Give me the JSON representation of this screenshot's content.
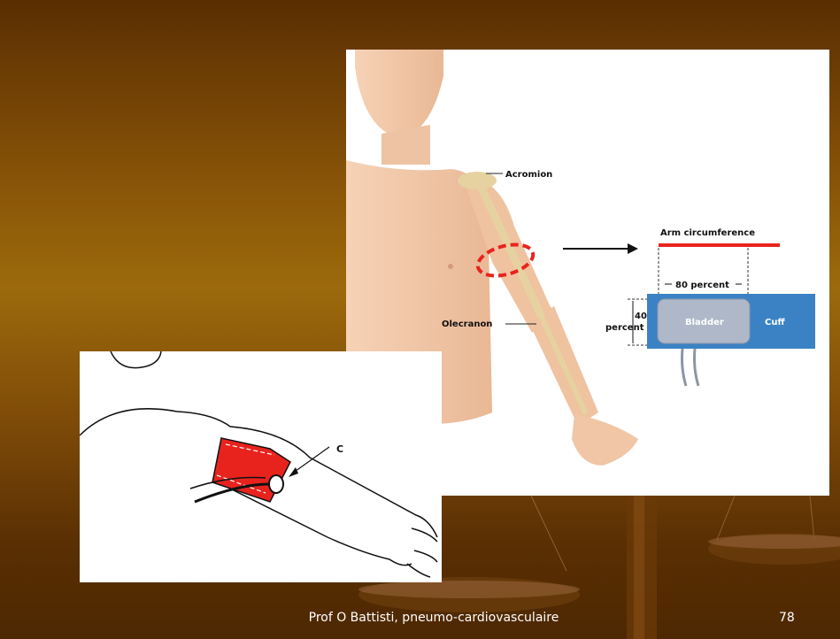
{
  "slide": {
    "footer": "Prof O Battisti, pneumo-cardiovasculaire",
    "page_number": "78"
  },
  "diagram": {
    "labels": {
      "acromion": "Acromion",
      "olecranon": "Olecranon",
      "arm_circumference": "Arm circumference",
      "eighty_percent": "80 percent",
      "forty": "40",
      "percent": "percent",
      "bladder": "Bladder",
      "cuff": "Cuff"
    },
    "sketch_partial_label": "C"
  },
  "colors": {
    "cuff_red": "#e8231e",
    "cuff_blue": "#3b82c4",
    "bladder_grey": "#aeb8c8"
  }
}
